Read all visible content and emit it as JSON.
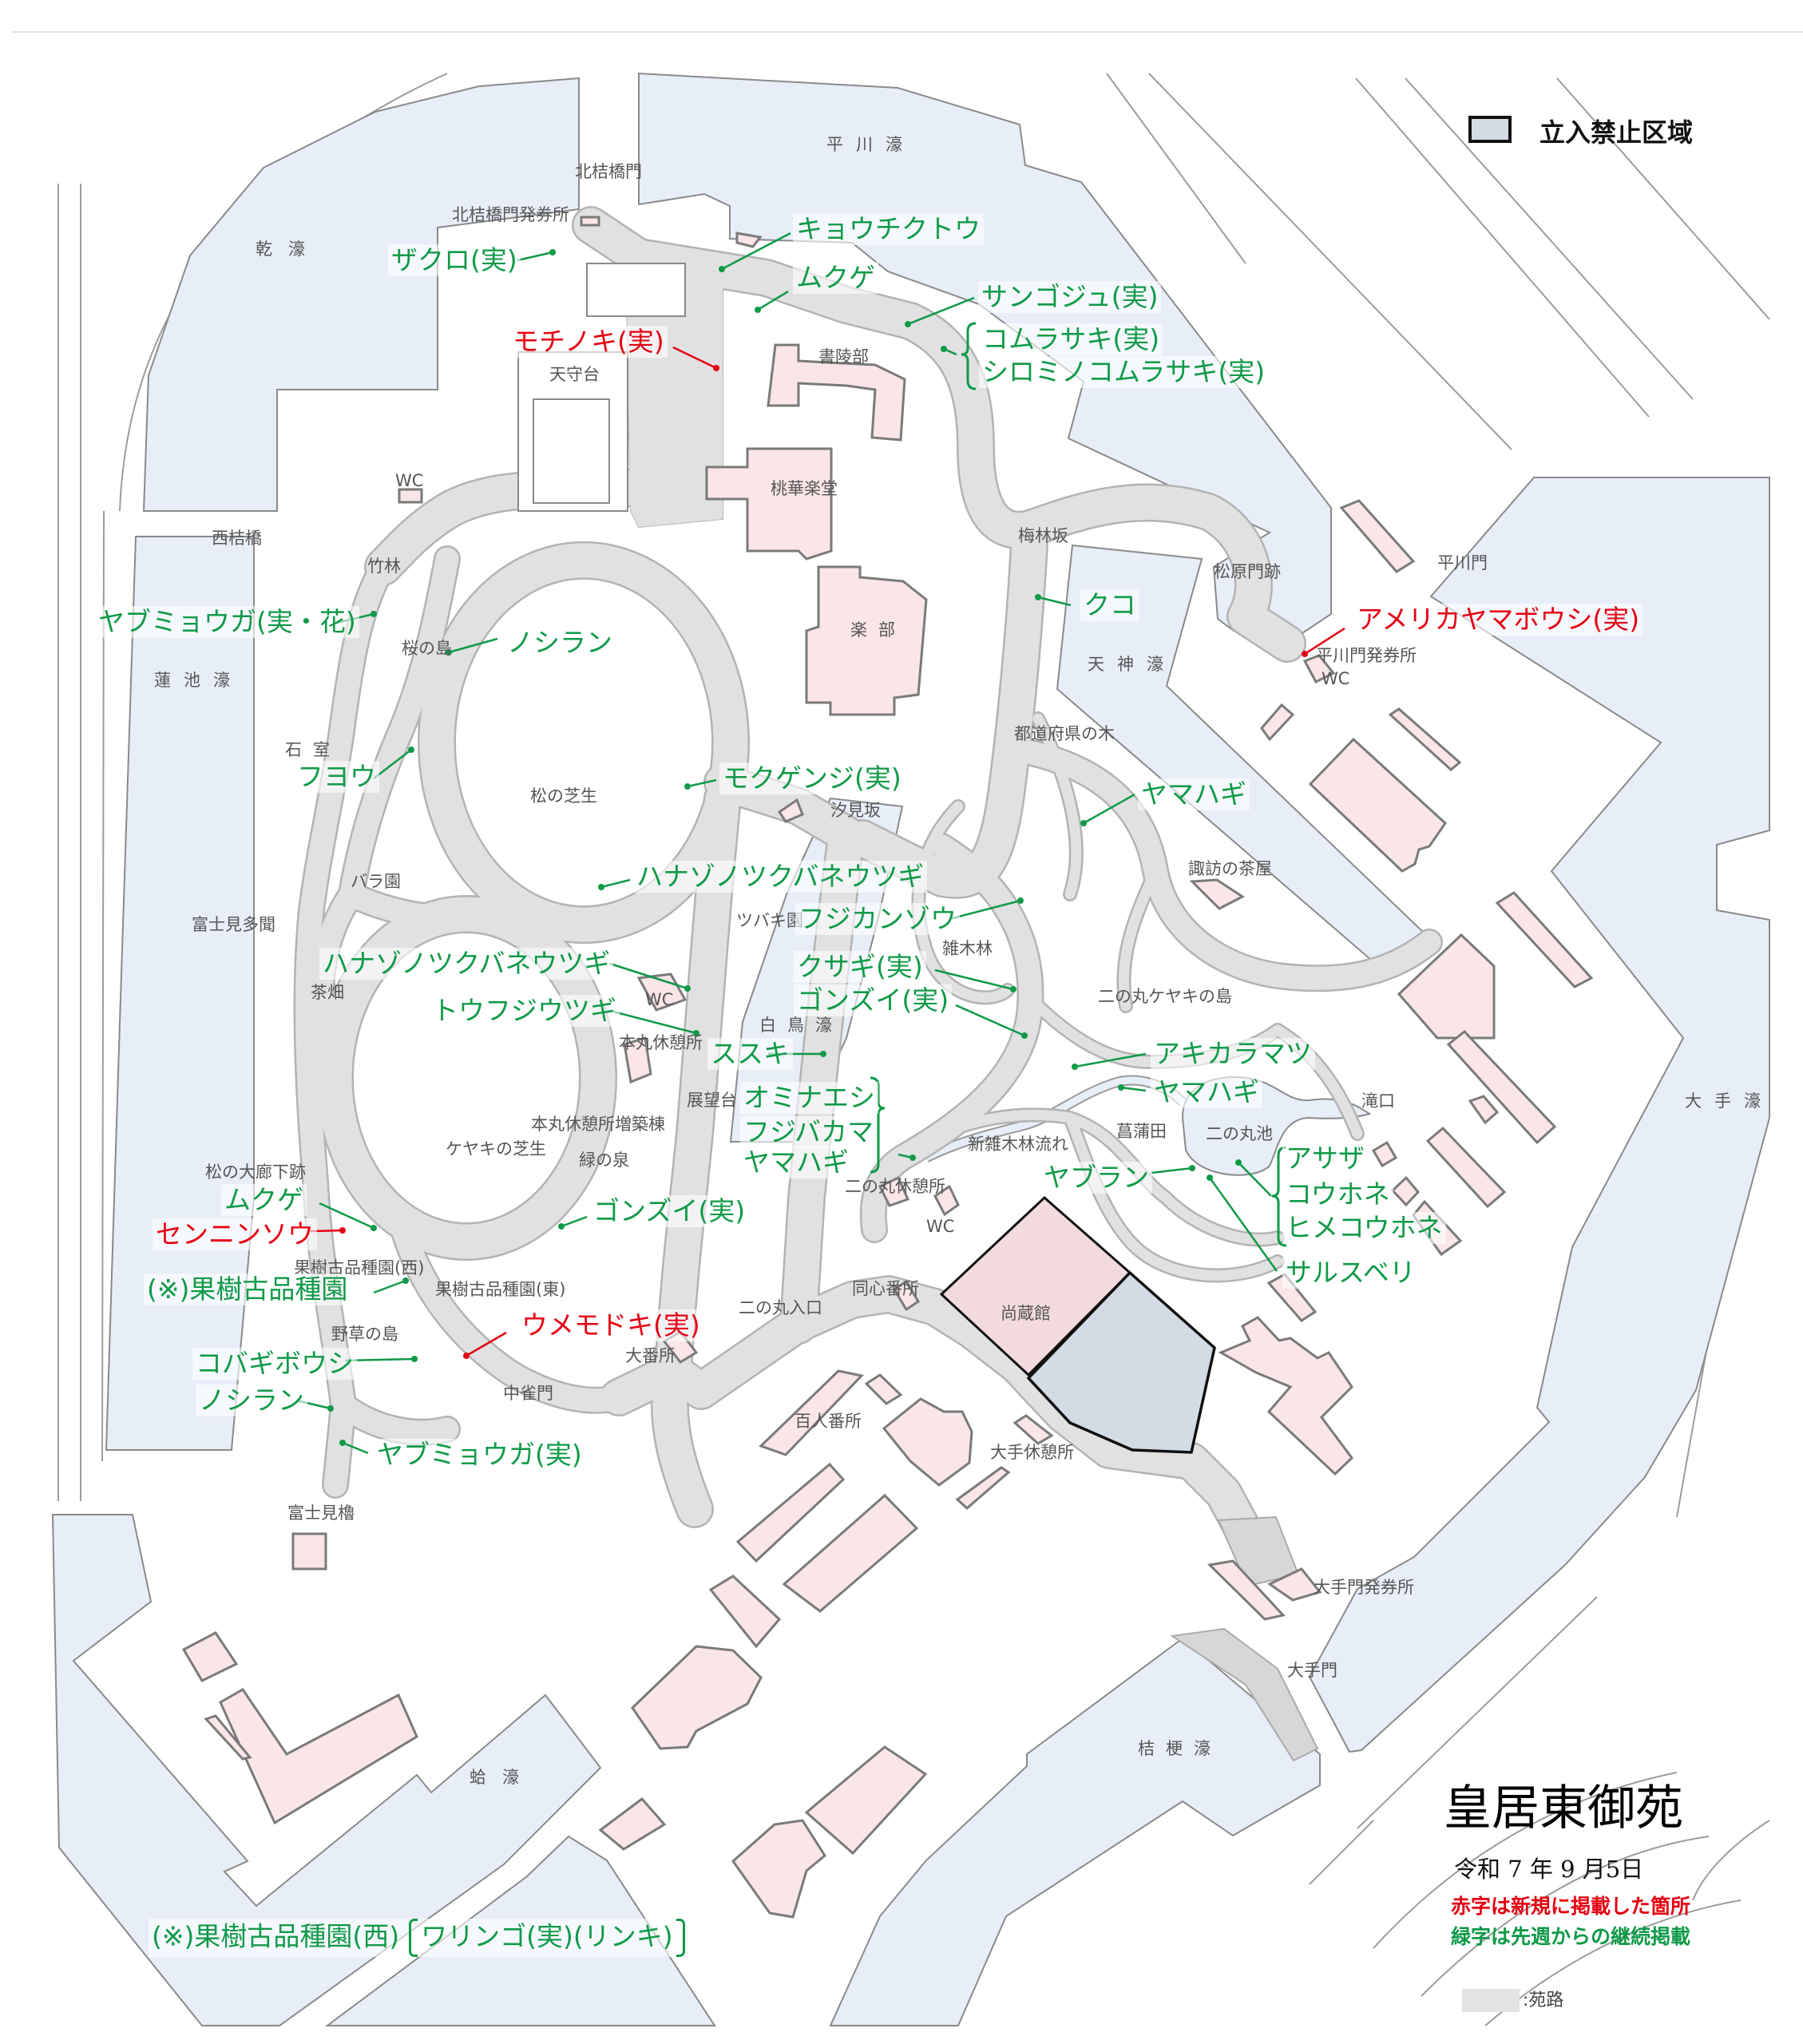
{
  "legend": {
    "restricted_label": "立入禁止区域",
    "path_label": ":苑路"
  },
  "title_block": {
    "title": "皇居東御苑",
    "date": "令和 7 年 9 月5日",
    "note_red": "赤字は新規に掲載した箇所",
    "note_green": "緑字は先週からの継続掲載"
  },
  "colors": {
    "new_label": "#e60012",
    "continuing_label": "#0f9a48",
    "moat": "#e7eef8",
    "garden_path": "#e1e1e1",
    "building": "#fae5e7",
    "restricted_area": "#d3dbe5"
  },
  "places": {
    "hirakawa_bori": "平川濠",
    "kitahanebashi_mon": "北桔橋門",
    "kitahanebashi_ticket": "北桔橋門発券所",
    "inui_bori": "乾濠",
    "tenshudai": "天守台",
    "wc_north": "WC",
    "shoryobu": "書陵部",
    "tokagakudo": "桃華楽堂",
    "gakubu": "楽部",
    "bairinzaka": "梅林坂",
    "matsubara_mon": "松原門跡",
    "hirakawa_mon": "平川門",
    "tenjin_bori": "天神濠",
    "hirakawa_ticket": "平川門発券所",
    "wc_hirakawa": "WC",
    "prefecture_trees": "都道府県の木",
    "suwa_chaya": "諏訪の茶屋",
    "zokibayashi": "雑木林",
    "ninomaru_keyaki": "二の丸ケヤキの島",
    "nishihanebashi": "西桔橋",
    "chikurin": "竹林",
    "sakura_shima": "桜の島",
    "hasuike_bori": "蓮池濠",
    "ishimuro": "石室",
    "matsu_lawn": "松の芝生",
    "shiomizaka": "汐見坂",
    "rose_garden": "バラ園",
    "tsubaki_garden": "ツバキ園",
    "fujimi_tamon": "富士見多聞",
    "tea_field": "茶畑",
    "wc_honmaru": "WC",
    "hakucho_bori": "白鳥濠",
    "honmaru_rest": "本丸休憩所",
    "observatory": "展望台",
    "honmaru_rest_annex": "本丸休憩所増築棟",
    "keyaki_lawn": "ケヤキの芝生",
    "midori_izumi": "緑の泉",
    "matsu_corridor": "松の大廊下跡",
    "shobuda": "菖蒲田",
    "ninomaru_pond": "二の丸池",
    "new_zokibayashi_stream": "新雑木林流れ",
    "takiguchi": "滝口",
    "ote_bori": "大手濠",
    "ninomaru_rest": "二の丸休憩所",
    "wc_ninomaru": "WC",
    "fruit_west": "果樹古品種園(西)",
    "fruit_east": "果樹古品種園(東)",
    "doshin_bansho": "同心番所",
    "ninomaru_entrance": "二の丸入口",
    "shozokan": "尚蔵館",
    "wildflower_island": "野草の島",
    "obansho": "大番所",
    "chujaku_mon": "中雀門",
    "hyakunin_bansho": "百人番所",
    "ote_rest": "大手休憩所",
    "fujimi_yagura": "富士見櫓",
    "hamaguri_bori": "蛤濠",
    "ote_ticket": "大手門発券所",
    "ote_mon": "大手門",
    "kikyo_bori": "桔梗濠"
  },
  "plants": {
    "zakuro": {
      "text": "ザクロ(実)",
      "status": "continuing"
    },
    "kyochikuto": {
      "text": "キョウチクトウ",
      "status": "continuing"
    },
    "mukuge_north": {
      "text": "ムクゲ",
      "status": "continuing"
    },
    "mochinoki": {
      "text": "モチノキ(実)",
      "status": "new"
    },
    "sangoju": {
      "text": "サンゴジュ(実)",
      "status": "continuing"
    },
    "komurasaki": {
      "text": "コムラサキ(実)",
      "status": "continuing"
    },
    "shiromi_komurasaki": {
      "text": "シロミノコムラサキ(実)",
      "status": "continuing"
    },
    "yabumyoga_north": {
      "text": "ヤブミョウガ(実・花)",
      "status": "continuing"
    },
    "noshiran_north": {
      "text": "ノシラン",
      "status": "continuing"
    },
    "fuyo": {
      "text": "フヨウ",
      "status": "continuing"
    },
    "mokugenji": {
      "text": "モクゲンジ(実)",
      "status": "continuing"
    },
    "kuko": {
      "text": "クコ",
      "status": "continuing"
    },
    "yamahagi_1": {
      "text": "ヤマハギ",
      "status": "continuing"
    },
    "american_yamaboshi": {
      "text": "アメリカヤマボウシ(実)",
      "status": "new"
    },
    "hanazono_1": {
      "text": "ハナゾノツクバネウツギ",
      "status": "continuing"
    },
    "fujikanzo": {
      "text": "フジカンゾウ",
      "status": "continuing"
    },
    "hanazono_2": {
      "text": "ハナゾノツクバネウツギ",
      "status": "continuing"
    },
    "kusagi": {
      "text": "クサギ(実)",
      "status": "continuing"
    },
    "gonzui_1": {
      "text": "ゴンズイ(実)",
      "status": "continuing"
    },
    "tofujiutsugi": {
      "text": "トウフジウツギ",
      "status": "continuing"
    },
    "susuki": {
      "text": "ススキ",
      "status": "continuing"
    },
    "akikaramatsu": {
      "text": "アキカラマツ",
      "status": "continuing"
    },
    "yamahagi_2": {
      "text": "ヤマハギ",
      "status": "continuing"
    },
    "ominaeshi": {
      "text": "オミナエシ",
      "status": "continuing"
    },
    "fujibakama": {
      "text": "フジバカマ",
      "status": "continuing"
    },
    "yamahagi_3": {
      "text": "ヤマハギ",
      "status": "continuing"
    },
    "yaburan": {
      "text": "ヤブラン",
      "status": "continuing"
    },
    "asaza": {
      "text": "アサザ",
      "status": "continuing"
    },
    "kohone": {
      "text": "コウホネ",
      "status": "continuing"
    },
    "hime_kohone": {
      "text": "ヒメコウホネ",
      "status": "continuing"
    },
    "sarusuberi": {
      "text": "サルスベリ",
      "status": "continuing"
    },
    "mukuge_south": {
      "text": "ムクゲ",
      "status": "continuing"
    },
    "senninso": {
      "text": "センニンソウ",
      "status": "new"
    },
    "gonzui_2": {
      "text": "ゴンズイ(実)",
      "status": "continuing"
    },
    "fruit_garden_ref": {
      "text": "(※)果樹古品種園",
      "status": "continuing"
    },
    "umemodoki": {
      "text": "ウメモドキ(実)",
      "status": "new"
    },
    "kobagiboshi": {
      "text": "コバギボウシ",
      "status": "continuing"
    },
    "noshiran_south": {
      "text": "ノシラン",
      "status": "continuing"
    },
    "yabumyoga_south": {
      "text": "ヤブミョウガ(実)",
      "status": "continuing"
    }
  },
  "footnote": {
    "label": "(※)果樹古品種園(西)",
    "items": "ワリンゴ(実)(リンキ)"
  }
}
